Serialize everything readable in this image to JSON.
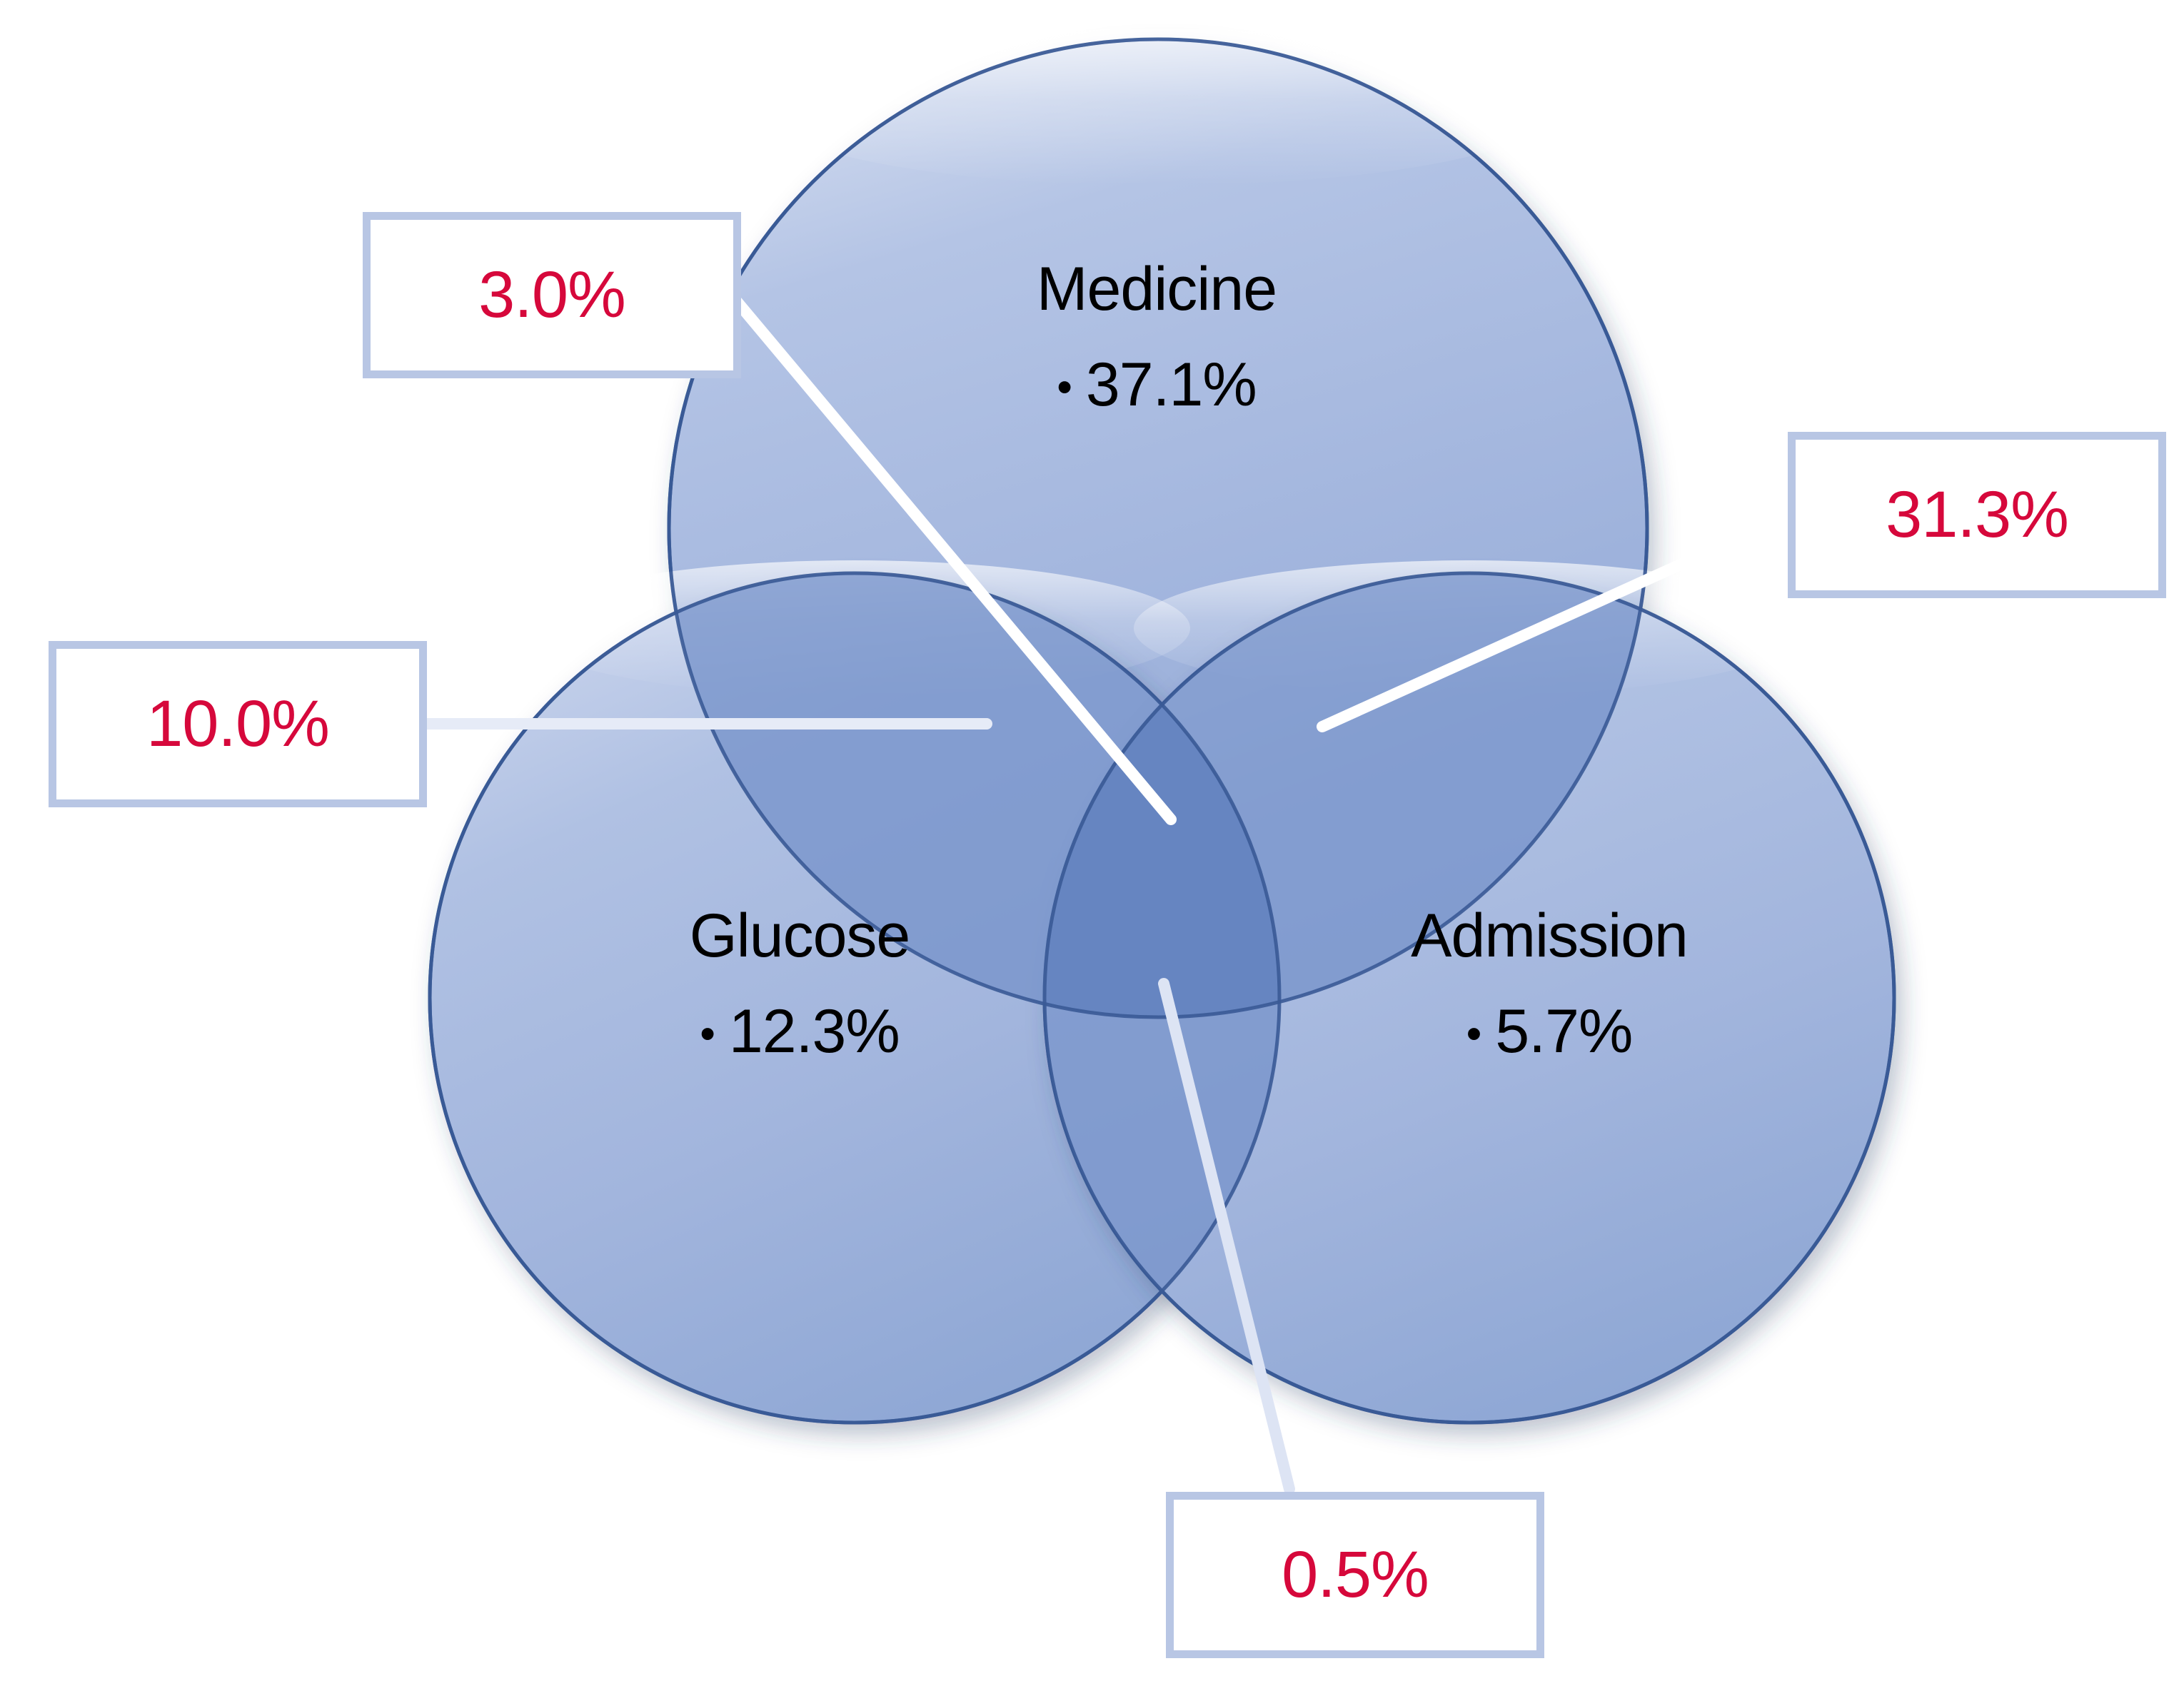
{
  "chart_data": {
    "type": "venn",
    "title": "",
    "sets": [
      {
        "name": "Medicine",
        "value": "37.1%",
        "numeric": 37.1,
        "bullet": "•",
        "position": "top-center"
      },
      {
        "name": "Glucose",
        "value": "12.3%",
        "numeric": 12.3,
        "bullet": "•",
        "position": "bottom-left"
      },
      {
        "name": "Admission",
        "value": "5.7%",
        "numeric": 5.7,
        "bullet": "•",
        "position": "bottom-right"
      }
    ],
    "intersections": [
      {
        "id": "medicine-glucose-admission",
        "members": [
          "Medicine",
          "Glucose",
          "Admission"
        ],
        "value": "3.0%",
        "numeric": 3.0,
        "callout_position": "top-left"
      },
      {
        "id": "medicine-glucose",
        "members": [
          "Medicine",
          "Glucose"
        ],
        "value": "10.0%",
        "numeric": 10.0,
        "callout_position": "left"
      },
      {
        "id": "medicine-admission",
        "members": [
          "Medicine",
          "Admission"
        ],
        "value": "31.3%",
        "numeric": 31.3,
        "callout_position": "right"
      },
      {
        "id": "glucose-admission",
        "members": [
          "Glucose",
          "Admission"
        ],
        "value": "0.5%",
        "numeric": 0.5,
        "callout_position": "bottom"
      }
    ],
    "units": "percent",
    "legend": "none",
    "colors": {
      "circle_fill_light": "#b9c6e4",
      "circle_fill_mid": "#8da8d8",
      "circle_fill_dark": "#6b8bc4",
      "circle_stroke": "#3a5a96",
      "callout_border": "#b8c6e4",
      "callout_text": "#d6083b",
      "callout_background": "#ffffff",
      "leader_line": "#ffffff",
      "set_label_text": "#000000",
      "page_background": "#ffffff"
    }
  },
  "diagram": {
    "sets": {
      "medicine": {
        "name": "Medicine",
        "bullet": "•",
        "value": "37.1%"
      },
      "glucose": {
        "name": "Glucose",
        "bullet": "•",
        "value": "12.3%"
      },
      "admission": {
        "name": "Admission",
        "bullet": "•",
        "value": "5.7%"
      }
    },
    "callouts": {
      "triple": {
        "value": "3.0%"
      },
      "med_glucose": {
        "value": "10.0%"
      },
      "med_admission": {
        "value": "31.3%"
      },
      "glu_admission": {
        "value": "0.5%"
      }
    }
  }
}
